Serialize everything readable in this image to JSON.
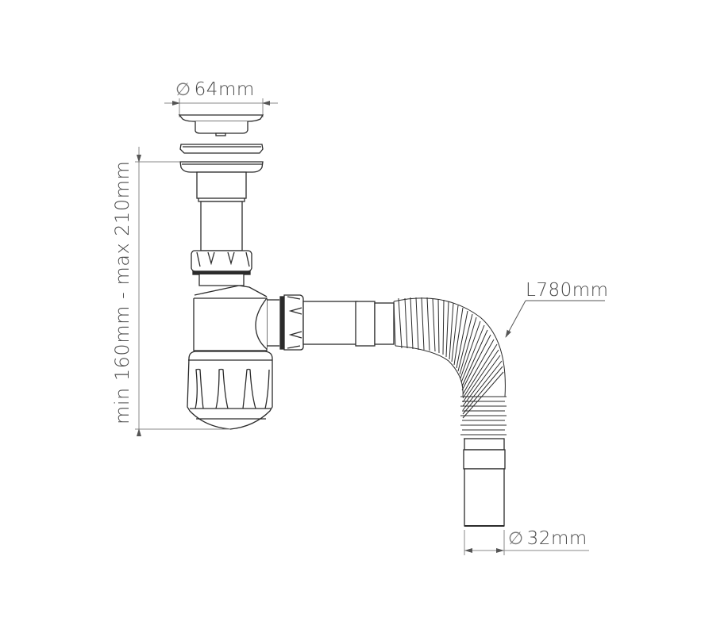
{
  "diagram": {
    "subject": "Sink bottle trap with flexible corrugated outlet hose",
    "colors": {
      "outline": "#2b2b2b",
      "dimension_line": "#8a8a8a",
      "label_text": "#4a4a4a",
      "background": "#ffffff"
    },
    "dimensions": {
      "strainer_diameter": {
        "symbol": "∅",
        "value": "64mm"
      },
      "height_range": {
        "label": "min 160mm - max 210mm"
      },
      "hose_length": {
        "label": "L780mm"
      },
      "outlet_diameter": {
        "symbol": "∅",
        "value": "32mm"
      }
    },
    "parts": [
      "strainer-plug",
      "gasket-ring",
      "strainer-flange",
      "upper-tail-pipe",
      "upper-nut",
      "trap-body",
      "bottom-cap",
      "side-nut",
      "outlet-tube",
      "flexible-hose",
      "outlet-sleeve"
    ]
  }
}
